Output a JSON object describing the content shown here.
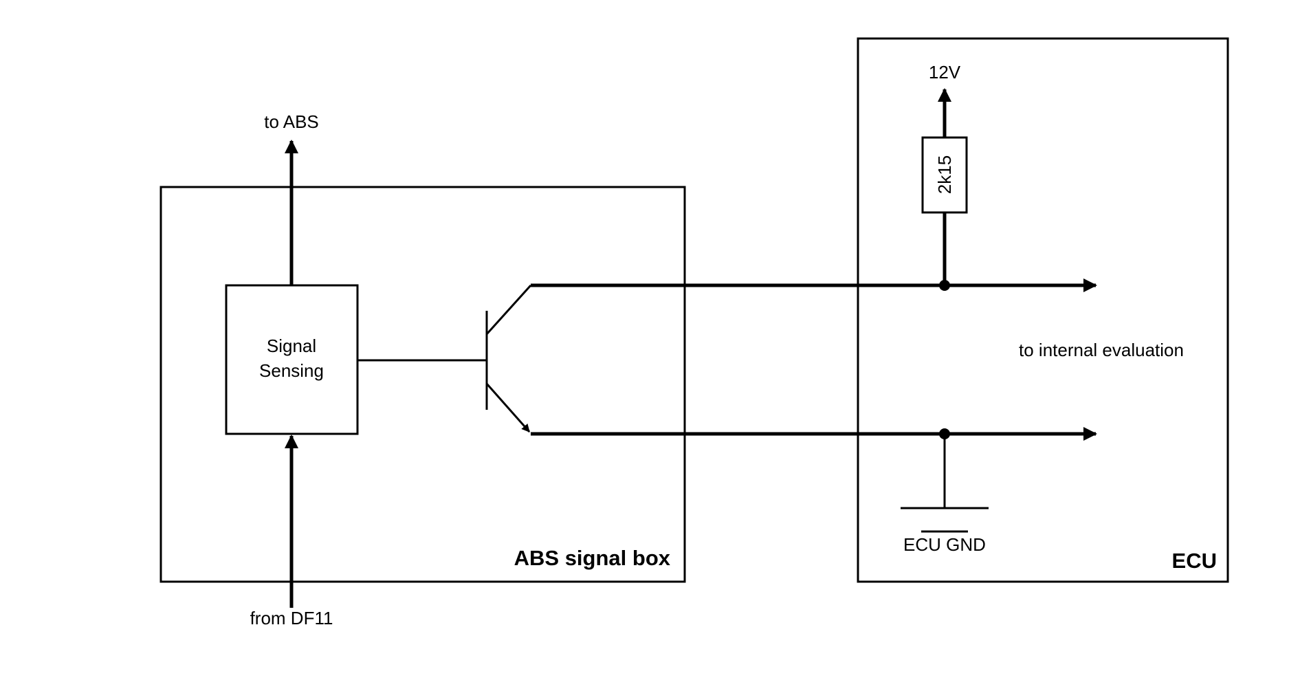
{
  "abs_box": {
    "label": "ABS signal box"
  },
  "ecu_box": {
    "label": "ECU"
  },
  "signal_sensing": {
    "line1": "Signal",
    "line2": "Sensing"
  },
  "signals": {
    "to_abs": "to ABS",
    "from_df11": "from DF11",
    "to_internal": "to internal evaluation"
  },
  "supply": {
    "label": "12V"
  },
  "resistor": {
    "label": "2k15"
  },
  "ground": {
    "label": "ECU GND"
  },
  "colors": {
    "stroke": "#000000",
    "background": "#ffffff"
  },
  "icons": {
    "transistor": "npn-transistor-icon",
    "resistor": "resistor-icon",
    "ground": "ground-icon"
  }
}
